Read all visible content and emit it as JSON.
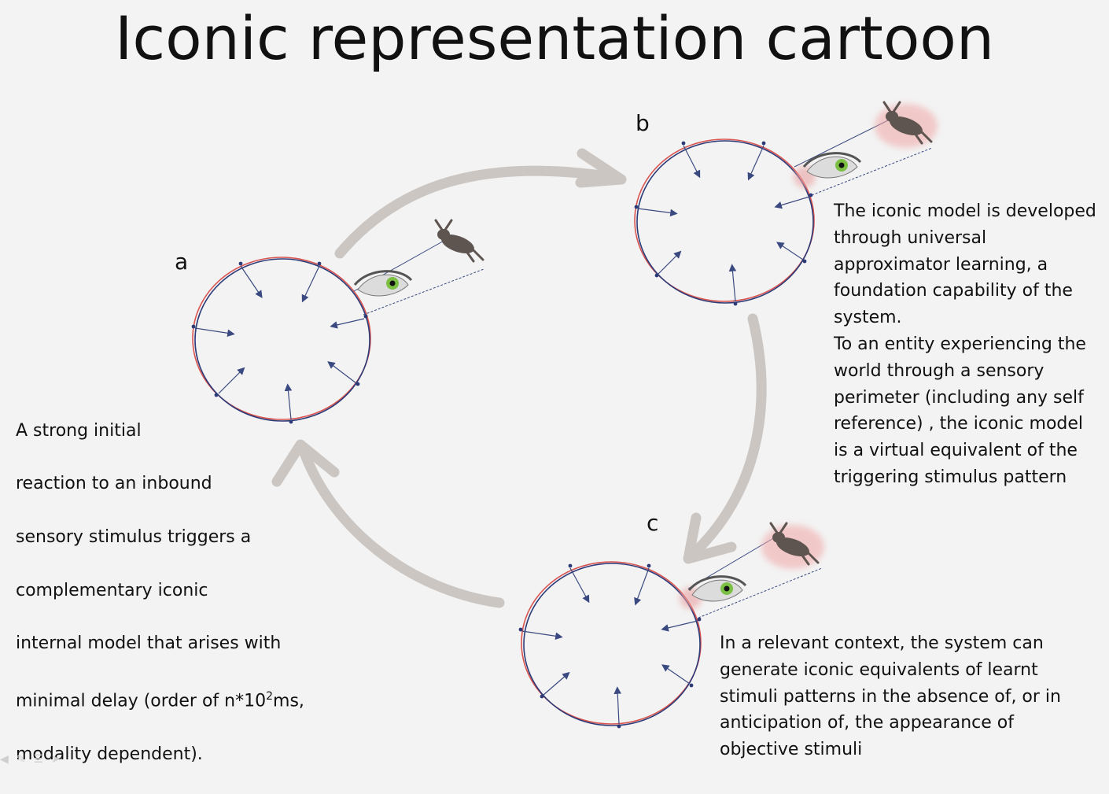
{
  "title": "Iconic representation cartoon",
  "labels": {
    "a": "a",
    "b": "b",
    "c": "c"
  },
  "text_a_lines": [
    "A strong initial",
    "reaction to an inbound",
    "sensory stimulus triggers a",
    "complementary iconic",
    "internal model that arises with"
  ],
  "text_a_last_pre": "minimal delay (order of n*10",
  "text_a_sup": "2",
  "text_a_last_post": "ms,",
  "text_a_end": "modality dependent).",
  "text_b": "The iconic model is developed\nthrough universal\napproximator learning, a\nfoundation capability of the\nsystem.\nTo an entity experiencing the\nworld through a sensory\nperimeter (including any self\nreference) , the iconic model\nis a virtual equivalent of the\ntriggering stimulus pattern",
  "text_c": "In a relevant context, the system can\ngenerate iconic equivalents of learnt\nstimuli patterns in the absence of, or in\nanticipation of, the appearance of\nobjective stimuli",
  "colors": {
    "arrow": "#cbc6c2",
    "circle_blue": "#2c3a78",
    "circle_red": "#d9534f",
    "eye_iris": "#7bc043"
  },
  "icons": [
    "rabbit-icon",
    "eye-icon",
    "cycle-arrow-icon",
    "nav-prev-icon",
    "nav-edit-icon",
    "nav-menu-icon",
    "nav-next-icon"
  ]
}
